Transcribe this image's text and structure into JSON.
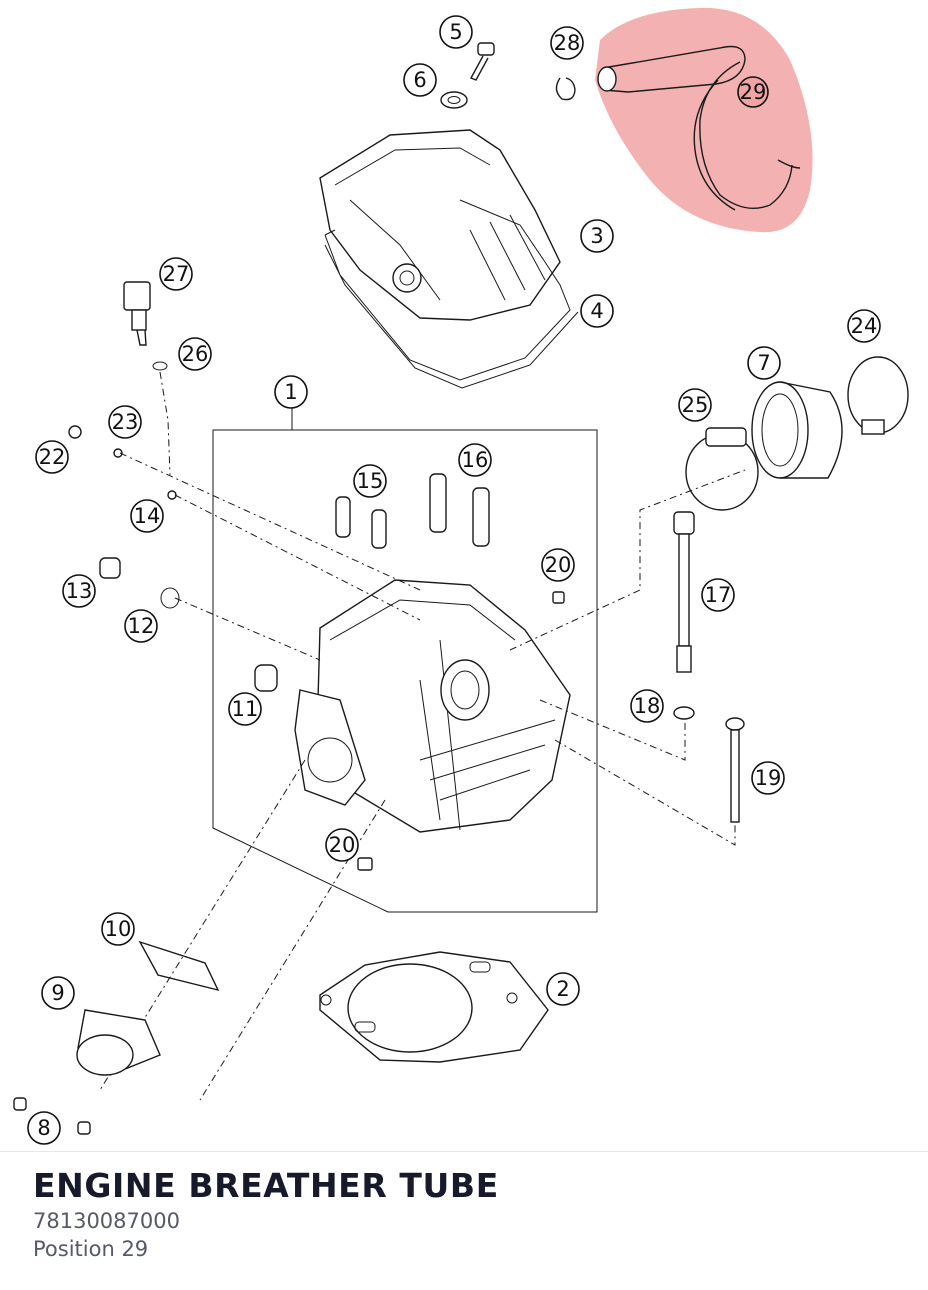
{
  "part": {
    "name": "ENGINE BREATHER TUBE",
    "number": "78130087000",
    "position_label": "Position 29"
  },
  "highlight": {
    "callout": "29",
    "color": "#f2a3a3"
  },
  "callouts": [
    "1",
    "2",
    "3",
    "4",
    "5",
    "6",
    "7",
    "8",
    "9",
    "10",
    "11",
    "12",
    "13",
    "14",
    "15",
    "16",
    "17",
    "18",
    "19",
    "20",
    "20",
    "22",
    "23",
    "24",
    "25",
    "26",
    "27",
    "28",
    "29"
  ]
}
